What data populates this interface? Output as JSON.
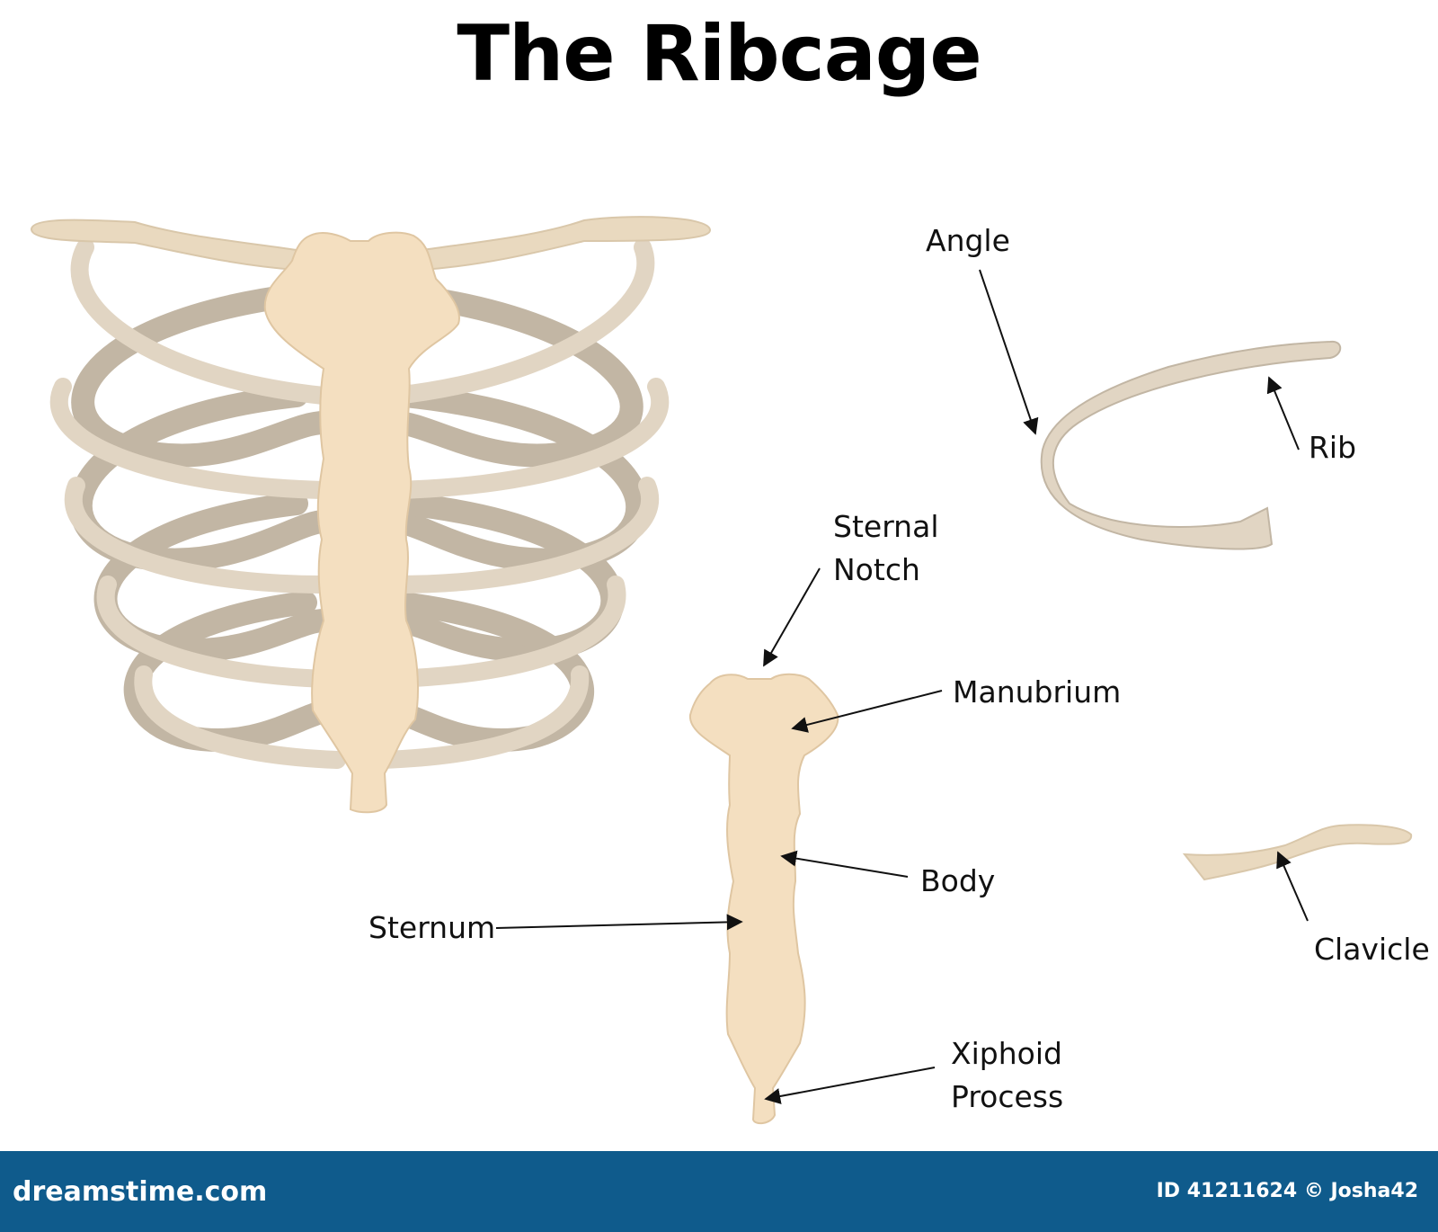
{
  "title": "The Ribcage",
  "labels": {
    "angle": "Angle",
    "rib": "Rib",
    "sternal_notch_1": "Sternal",
    "sternal_notch_2": "Notch",
    "manubrium": "Manubrium",
    "body": "Body",
    "sternum": "Sternum",
    "xiphoid_1": "Xiphoid",
    "xiphoid_2": "Process",
    "clavicle": "Clavicle"
  },
  "footer": {
    "site": "dreamstime.com",
    "credit": "ID 41211624 © Josha42"
  },
  "colors": {
    "bone": "#f4dfc0",
    "rib": "#e1d5c3",
    "rib_shade": "#c2b6a4",
    "footer_bg": "#0f5b8c"
  }
}
